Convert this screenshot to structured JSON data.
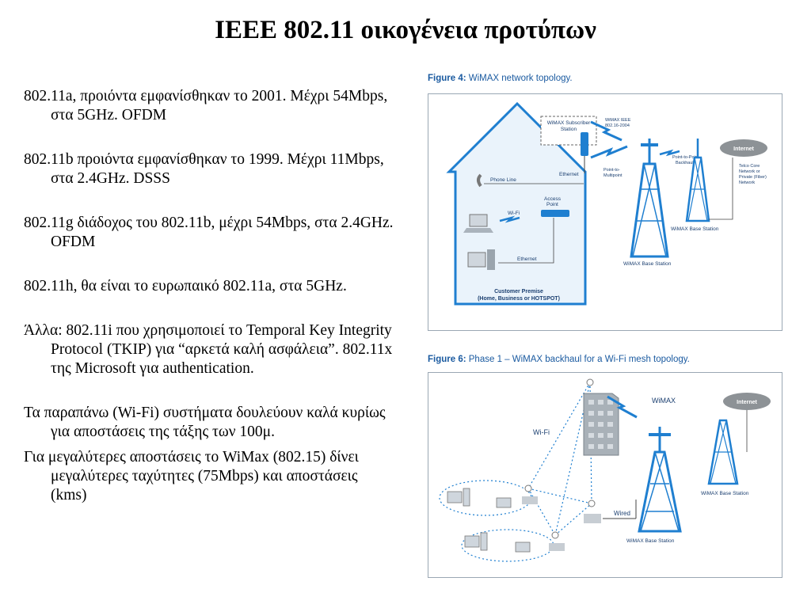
{
  "title": "IEEE 802.11 οικογένεια προτύπων",
  "bullets": [
    "802.11a, προιόντα εμφανίσθηκαν το 2001. Μέχρι 54Mbps, στα 5GHz. OFDM",
    "802.11b προιόντα εμφανίσθηκαν το 1999. Μέχρι 11Mbps, στα 2.4GHz. DSSS",
    "802.11g διάδοχος του 802.11b, μέχρι 54Mbps, στα 2.4GHz. OFDM",
    "802.11h, θα είναι το ευρωπαικό 802.11a, στα 5GHz.",
    "Άλλα: 802.11i που χρησιμοποιεί το Temporal Key Integrity Protocol (TKIP) για “αρκετά καλή ασφάλεια”. 802.11x της Microsoft για authentication.",
    "Τα παραπάνω (Wi-Fi) συστήματα δουλεύουν καλά κυρίως για αποστάσεις της τάξης των 100μ.",
    "Για μεγαλύτερες αποστάσεις το WiMax (802.15) δίνει μεγαλύτερες ταχύτητες (75Mbps) και αποστάσεις (kms)"
  ],
  "figure4": {
    "caption_num": "Figure 4:",
    "caption_text": "WiMAX network topology.",
    "labels": {
      "subscriber_station": "WiMAX Subscriber",
      "subscriber_station2": "Station",
      "ieee": "WiMAX IEEE",
      "ieee2": "802.16-2004",
      "ptp": "Point-to-Point",
      "ptp2": "Backhaul",
      "ptmp": "Point-to-",
      "ptmp2": "Multipoint",
      "internet": "Internet",
      "telco": "Telco Core",
      "telco2": "Network or",
      "telco3": "Private (Fiber)",
      "telco4": "Network",
      "phone_line": "Phone Line",
      "ethernet_top": "Ethernet",
      "access_point": "Access",
      "access_point2": "Point",
      "wifi": "Wi-Fi",
      "ethernet_bottom": "Ethernet",
      "base_station_1": "WiMAX Base Station",
      "base_station_2": "WiMAX Base Station",
      "customer_premise": "Customer Premise",
      "customer_premise2": "(Home, Business or HOTSPOT)"
    }
  },
  "figure6": {
    "caption_num": "Figure 6:",
    "caption_text": "Phase 1 – WiMAX backhaul for a Wi-Fi mesh topology.",
    "labels": {
      "wifi": "Wi-Fi",
      "wimax": "WiMAX",
      "internet": "Internet",
      "wired": "Wired",
      "base_station_1": "WiMAX Base Station",
      "base_station_2": "WiMAX Base Station"
    }
  },
  "colors": {
    "diagram_blue": "#1f7fd0",
    "caption_blue": "#1a5aa0",
    "label_navy": "#1b3f70",
    "cloud_grey": "#8d9296"
  }
}
